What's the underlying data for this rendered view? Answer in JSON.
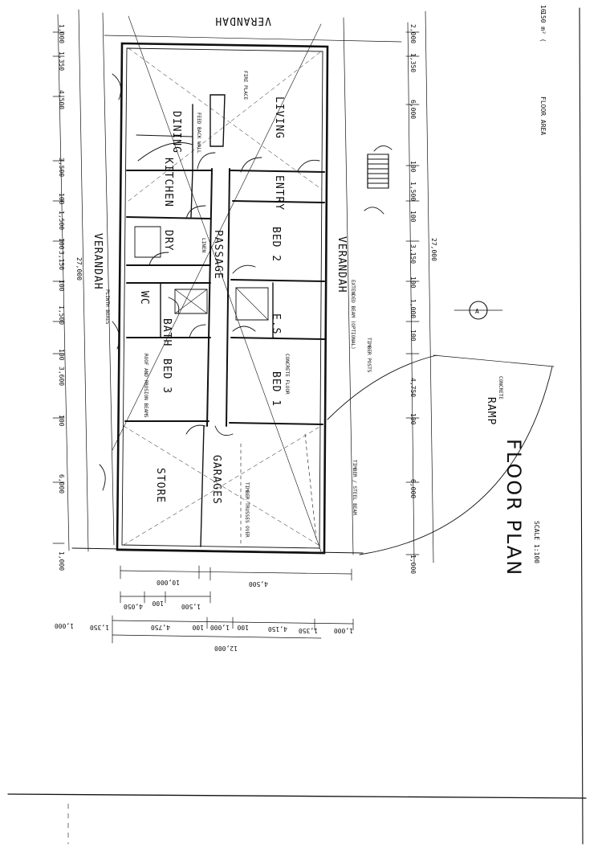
{
  "title": "FLOOR PLAN",
  "scale": "SCALE 1:100",
  "floor_area": "FLOOR AREA",
  "floor_area_value": "150 m² (",
  "floor_area_extra": "16",
  "section_marker": "A",
  "rooms": {
    "dining": "DINING",
    "living": "LIVING",
    "kitchen": "KITCHEN",
    "entry": "ENTRY",
    "dry": "DRY",
    "bed2": "BED 2",
    "passage": "PASSAGE",
    "wc": "WC",
    "bath": "BATH",
    "es": "E.S.",
    "bed3": "BED 3",
    "bed1": "BED 1",
    "store": "STORE",
    "garages": "GARAGES",
    "verandah_top": "VERANDAH",
    "verandah_left": "VERANDAH",
    "verandah_right": "VERANDAH",
    "ramp": "RAMP"
  },
  "notes": {
    "ramp_sub": "CONCRETE",
    "plinth": "PLINTH BOXES",
    "bed3_note": "ROOF AND PROSION BEAMS",
    "bed1_note": "CONCRETE FLOOR",
    "fire_place": "FIRE PLACE",
    "feature_wall": "FEED BACK WALL",
    "timber_truss": "TIMBER TRUSSES OVER",
    "timber_posts": "TIMBER POSTS",
    "timber_beam": "TIMBER / STEEL BEAM",
    "extended_beam": "EXTENDED BEAM (OPTIONAL)",
    "linen": "LINEN"
  },
  "dims_left": [
    "1,000",
    "1,350",
    "4,500",
    "3,500",
    "100",
    "1,500",
    "100",
    "3,150",
    "100",
    "1,500",
    "100",
    "3,600",
    "100",
    "6,000",
    "1,000"
  ],
  "dims_right": [
    "2,000",
    "1,350",
    "6,000",
    "100",
    "1,500",
    "100",
    "3,150",
    "100",
    "1,000",
    "100",
    "4,750",
    "100",
    "6,000",
    "1,000"
  ],
  "overall_length": "27,000",
  "bottom_dims": {
    "row1": [
      "10,000",
      "4,500"
    ],
    "row2": [
      "4,050",
      "100",
      "1,500"
    ],
    "row3": [
      "1,000",
      "1,350",
      "4,750",
      "100",
      "1,000",
      "100",
      "4,150",
      "1,350",
      "1,000"
    ],
    "overall": "12,000"
  }
}
